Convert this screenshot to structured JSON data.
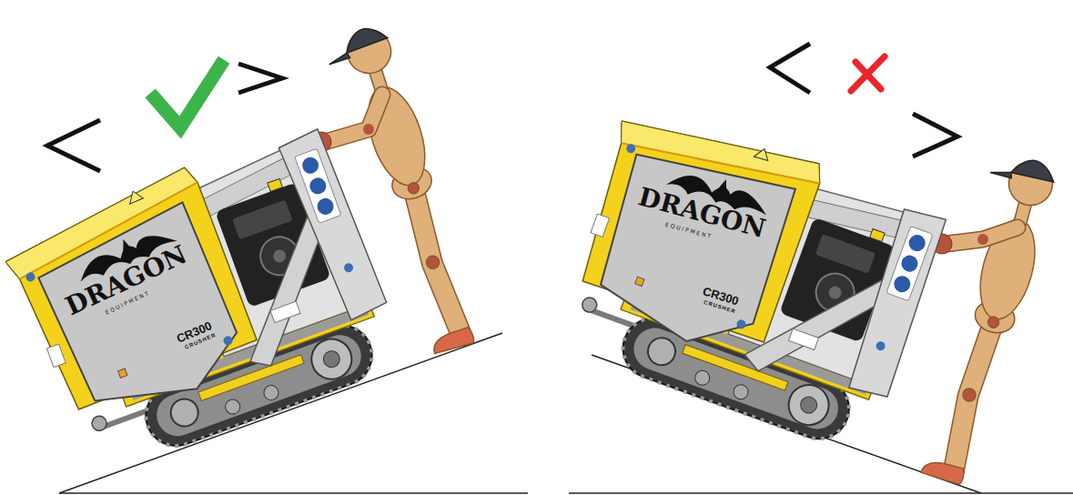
{
  "diagram": {
    "labels": [
      "DRAGON",
      "EQUIPMENT",
      "CR300",
      "CRUSHER",
      "DRAGON",
      "EQUIPMENT",
      "CR300",
      "CRUSHER"
    ]
  }
}
